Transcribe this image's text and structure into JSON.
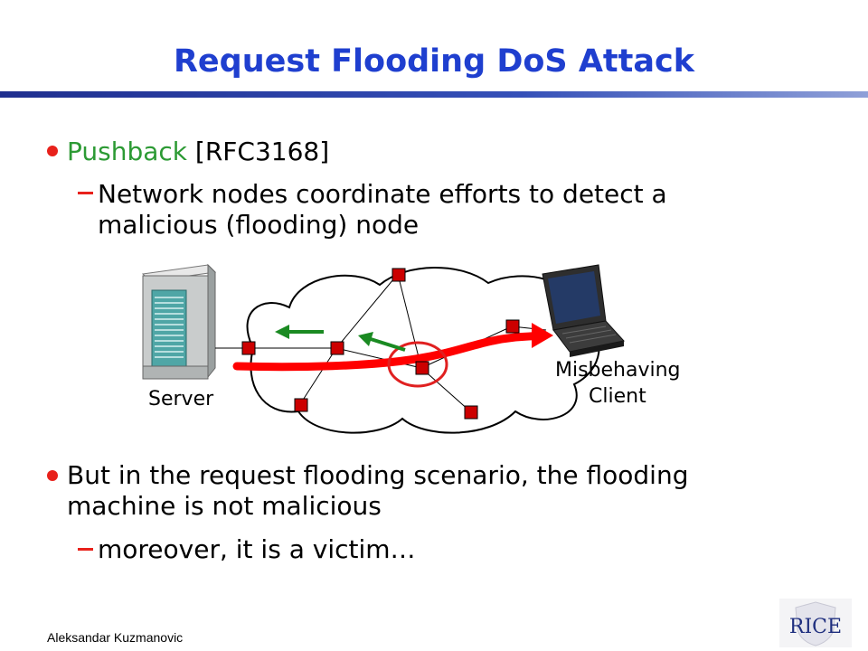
{
  "slide": {
    "title": "Request Flooding DoS Attack",
    "bullet1": {
      "highlight": "Pushback",
      "rest": " [RFC3168]"
    },
    "sub1": {
      "line1": "Network nodes coordinate efforts to detect a",
      "line2": "malicious (flooding) node"
    },
    "bullet2": {
      "line1": "But in the request flooding scenario, the flooding",
      "line2": "machine is not malicious"
    },
    "sub2": "moreover, it is a victim…",
    "footer": "Aleksandar Kuzmanovic"
  },
  "diagram": {
    "server_label": "Server",
    "client_label_line1": "Misbehaving",
    "client_label_line2": "Client"
  },
  "logo": {
    "text": "RICE"
  },
  "colors": {
    "title": "#1f3fcf",
    "bullet": "#e8211b",
    "highlight": "#2c9a34",
    "flood_path": "#ff0000",
    "router": "#cc0000"
  }
}
